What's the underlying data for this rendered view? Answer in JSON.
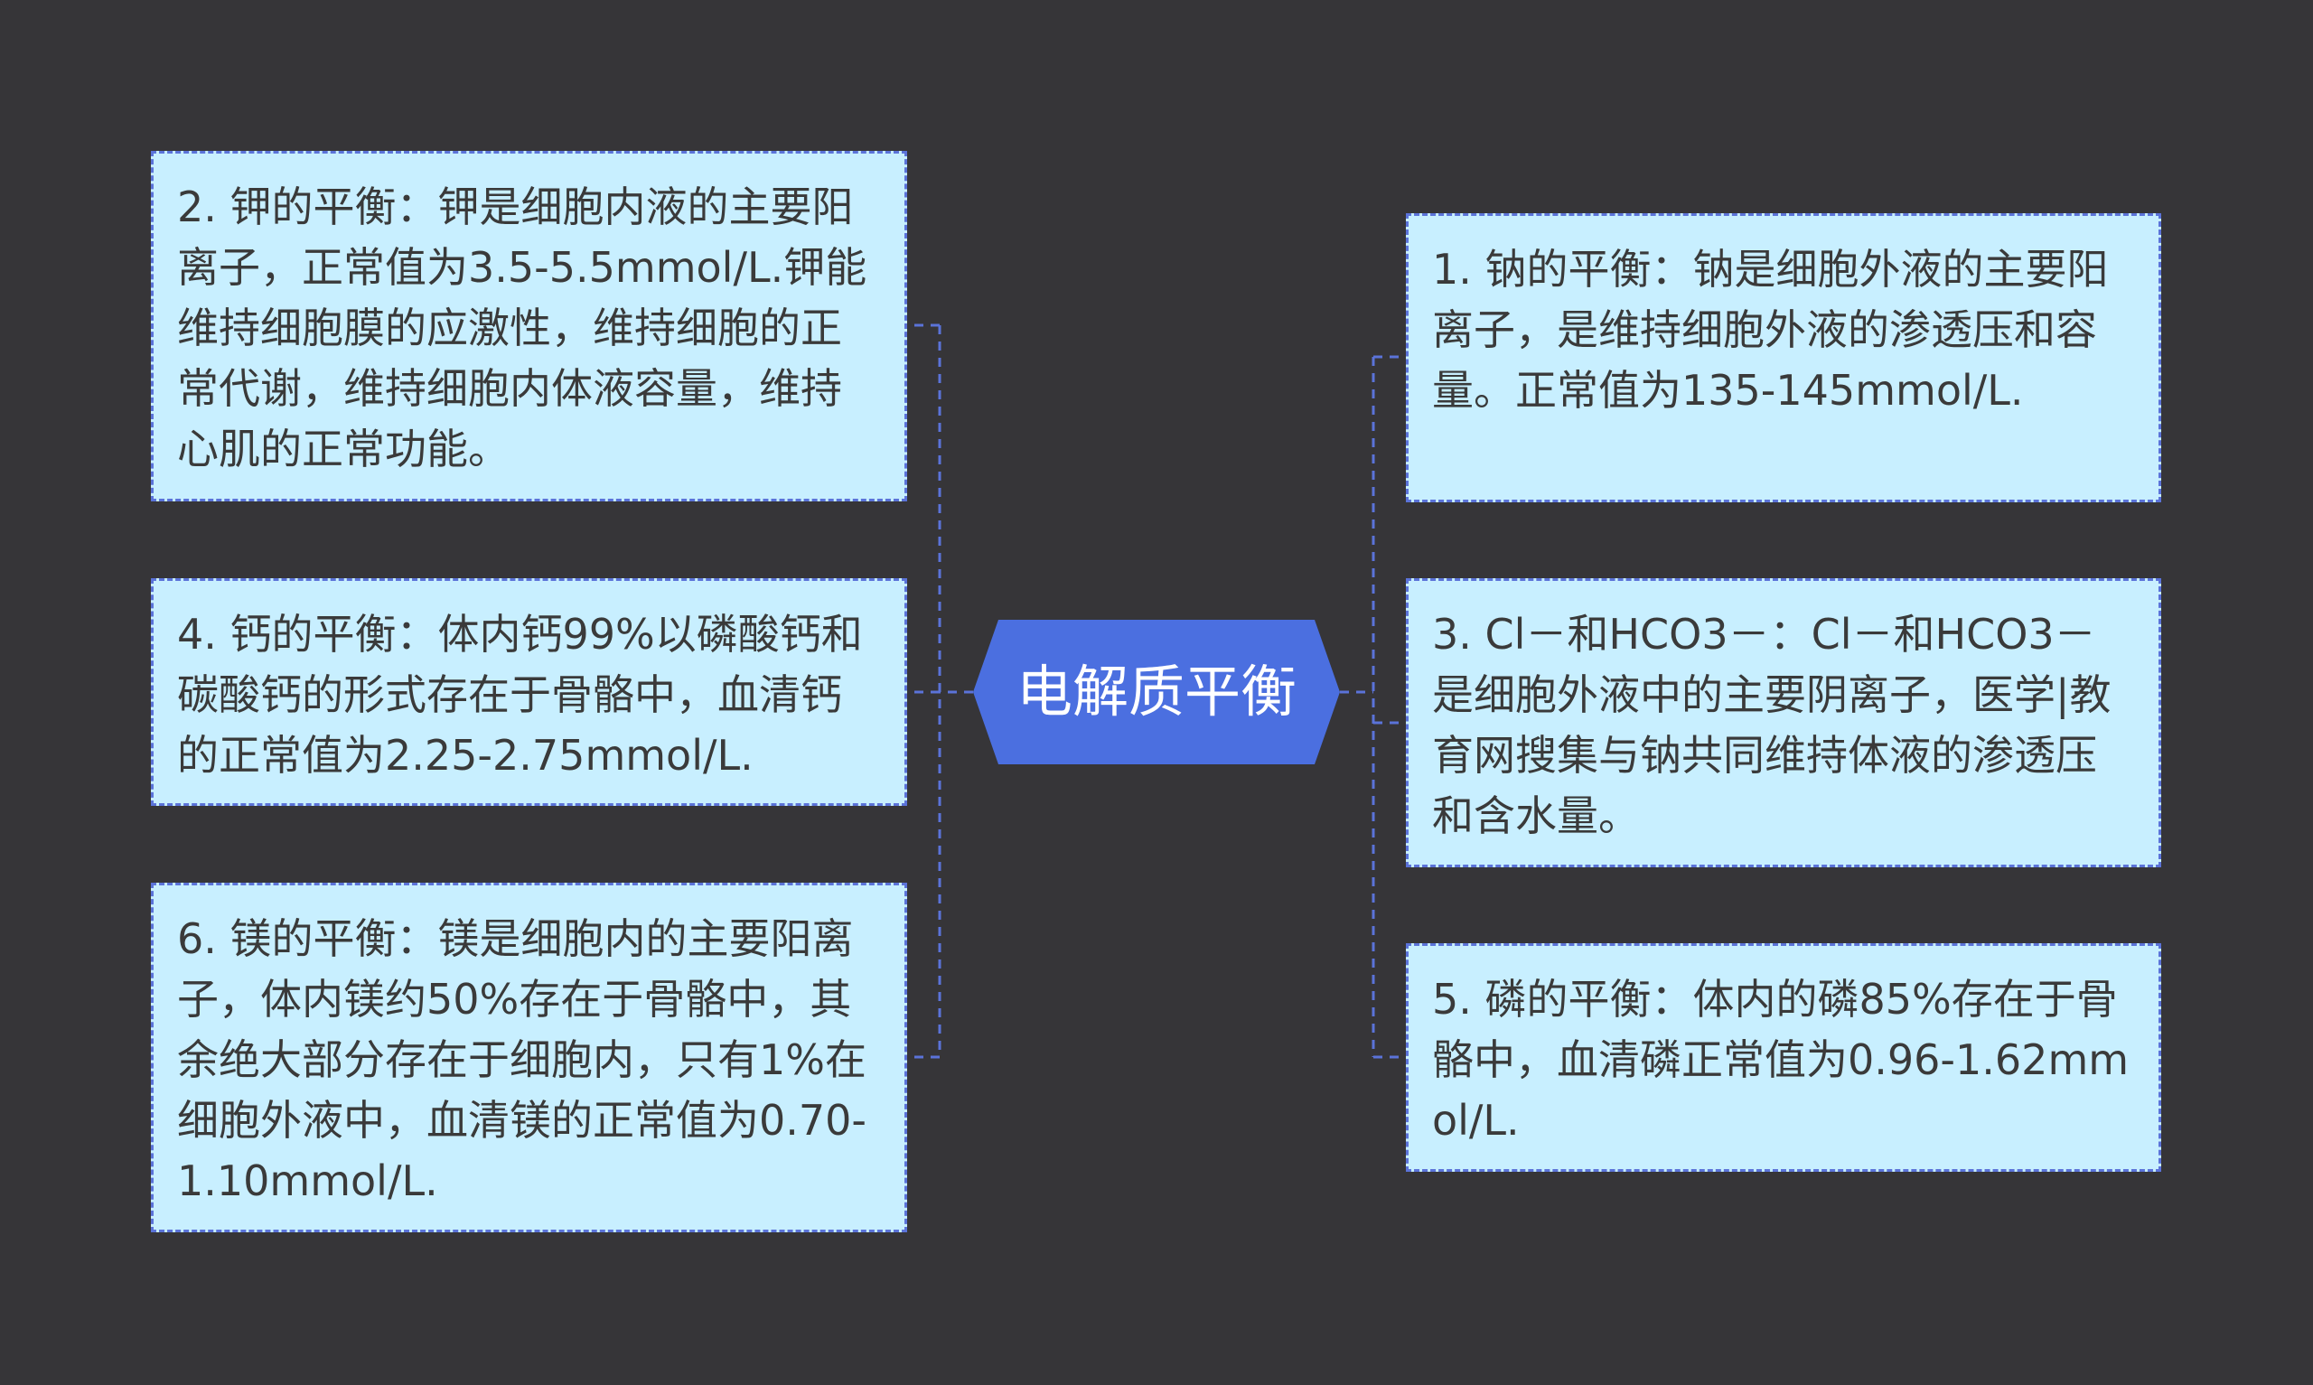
{
  "center": {
    "title": "电解质平衡"
  },
  "colors": {
    "background": "#363538",
    "node_fill": "#c8efff",
    "node_border": "#5b73d9",
    "center_fill": "#4b6fe0",
    "connector": "#5b73d9"
  },
  "left_nodes": [
    {
      "text": "2. 钾的平衡：钾是细胞内液的主要阳离子，正常值为3.5-5.5mmol/L.钾能维持细胞膜的应激性，维持细胞的正常代谢，维持细胞内体液容量，维持心肌的正常功能。"
    },
    {
      "text": "4. 钙的平衡：体内钙99%以磷酸钙和碳酸钙的形式存在于骨骼中，血清钙的正常值为2.25-2.75mmol/L."
    },
    {
      "text": "6. 镁的平衡：镁是细胞内的主要阳离子，体内镁约50%存在于骨骼中，其余绝大部分存在于细胞内，只有1%在细胞外液中，血清镁的正常值为0.70-1.10mmol/L."
    }
  ],
  "right_nodes": [
    {
      "text": "1. 钠的平衡：钠是细胞外液的主要阳离子，是维持细胞外液的渗透压和容量。正常值为135-145mmol/L."
    },
    {
      "text": "3. Cl－和HCO3－：Cl－和HCO3－是细胞外液中的主要阴离子，医学|教育网搜集与钠共同维持体液的渗透压和含水量。"
    },
    {
      "text": "5. 磷的平衡：体内的磷85%存在于骨骼中，血清磷正常值为0.96-1.62mmol/L."
    }
  ]
}
